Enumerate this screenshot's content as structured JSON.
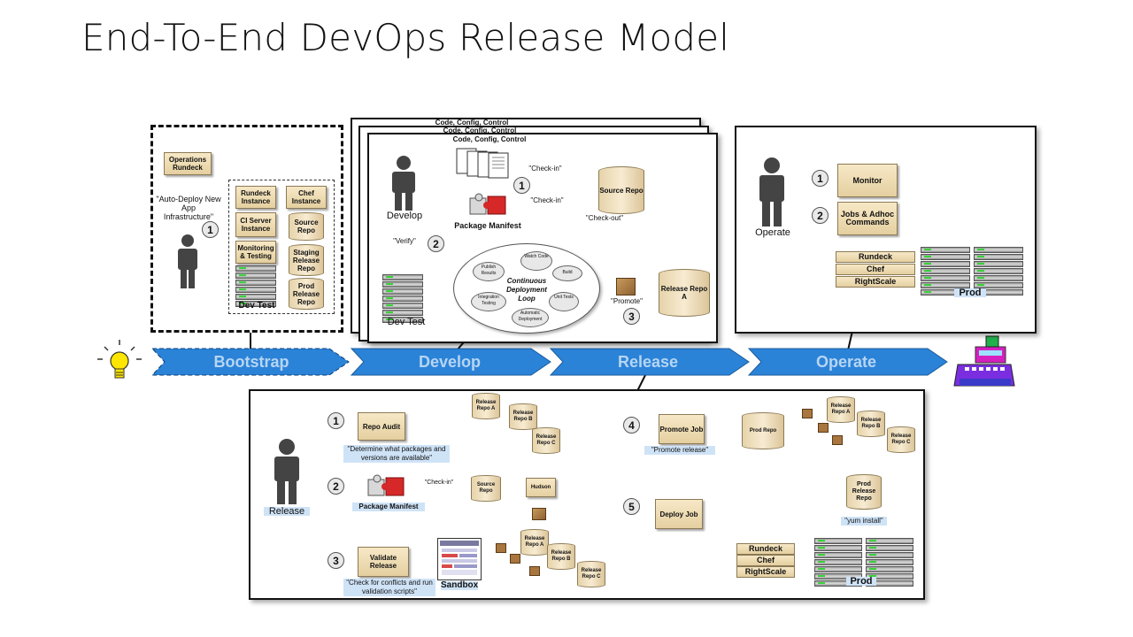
{
  "title": "End-To-End DevOps Release Model",
  "stages": [
    "Bootstrap",
    "Develop",
    "Release",
    "Operate"
  ],
  "bootstrap": {
    "ops_box": "Operations Rundeck",
    "auto_deploy": "\"Auto-Deploy New App Infrastructure\"",
    "step": "1",
    "boxes": [
      "Rundeck Instance",
      "Chef Instance",
      "CI Server Instance",
      "Monitoring & Testing"
    ],
    "cylinders": [
      "Source Repo",
      "Staging Release Repo",
      "Prod Release Repo"
    ],
    "dev_test": "Dev Test"
  },
  "develop": {
    "stack_labels": [
      "Code, Config, Control",
      "Code, Config, Control",
      "Code, Config, Control"
    ],
    "role": "Develop",
    "checkin1": "\"Check-in\"",
    "checkin2": "\"Check-in\"",
    "step1": "1",
    "step2": "2",
    "step3": "3",
    "package_manifest": "Package Manifest",
    "source_repo": "Source Repo",
    "checkout": "\"Check-out\"",
    "verify": "\"Verify\"",
    "loop_title": "Continuous Deployment Loop",
    "loop_nodes": [
      "Watch Code",
      "Build",
      "Unit Tests",
      "Automatic Deployment",
      "Integration Testing",
      "Publish Results"
    ],
    "promote": "\"Promote\"",
    "release_repo": "Release Repo A",
    "dev_test": "Dev Test"
  },
  "operate": {
    "role": "Operate",
    "step1": "1",
    "step2": "2",
    "monitor": "Monitor",
    "jobs": "Jobs & Adhoc Commands",
    "tools": [
      "Rundeck",
      "Chef",
      "RightScale"
    ],
    "prod": "Prod"
  },
  "release": {
    "role": "Release",
    "steps": [
      "1",
      "2",
      "3",
      "4",
      "5"
    ],
    "repo_audit": "Repo Audit",
    "audit_note": "\"Determine what packages and versions are available\"",
    "repos": [
      "Release Repo A",
      "Release Repo B",
      "Release Repo C"
    ],
    "package_manifest": "Package Manifest",
    "checkin": "\"Check-in\"",
    "source_repo": "Source Repo",
    "hudson": "Hudson",
    "validate": "Validate Release",
    "validate_note": "\"Check for conflicts and run validation scripts\"",
    "sandbox": "Sandbox",
    "promote_job": "Promote Job",
    "promote_note": "\"Promote release\"",
    "prod_repo": "Prod Repo",
    "deploy_job": "Deploy Job",
    "prod_release_repo": "Prod Release Repo",
    "yum": "\"yum install\"",
    "tools": [
      "Rundeck",
      "Chef",
      "RightScale"
    ],
    "prod": "Prod"
  }
}
